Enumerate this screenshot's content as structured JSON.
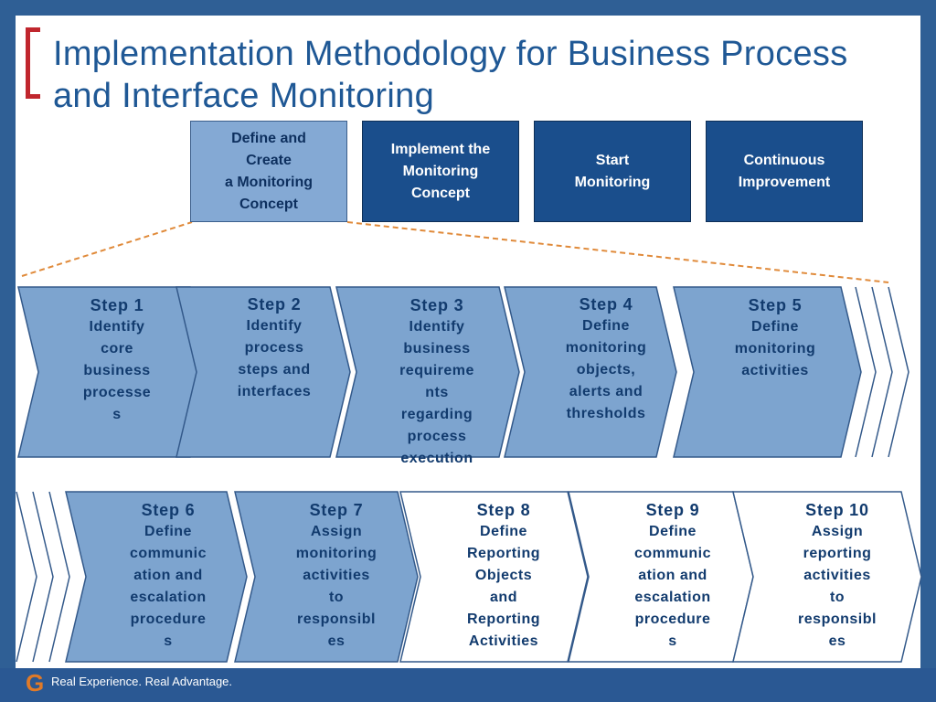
{
  "title": {
    "line1": "Implementation Methodology for Business Process",
    "line2": "and Interface Monitoring"
  },
  "phases": [
    {
      "label": "Define and\nCreate\na Monitoring\nConcept",
      "active": true
    },
    {
      "label": "Implement the\nMonitoring\nConcept",
      "active": false
    },
    {
      "label": "Start\nMonitoring",
      "active": false
    },
    {
      "label": "Continuous\nImprovement",
      "active": false
    }
  ],
  "steps": [
    {
      "step": "Step 1",
      "text": "Identify\ncore\nbusiness\nprocesse\ns"
    },
    {
      "step": "Step 2",
      "text": "Identify\nprocess\nsteps and\ninterfaces"
    },
    {
      "step": "Step 3",
      "text": "Identify\nbusiness\nrequireme\nnts\nregarding\nprocess\nexecution"
    },
    {
      "step": "Step 4",
      "text": "Define\nmonitoring\nobjects,\nalerts and\nthresholds"
    },
    {
      "step": "Step 5",
      "text": "Define\nmonitoring\nactivities"
    },
    {
      "step": "Step 6",
      "text": "Define\ncommunic\nation and\nescalation\nprocedure\ns"
    },
    {
      "step": "Step 7",
      "text": "Assign\nmonitoring\nactivities\nto\nresponsibl\nes"
    },
    {
      "step": "Step 8",
      "text": "Define\nReporting\nObjects\nand\nReporting\nActivities"
    },
    {
      "step": "Step 9",
      "text": "Define\ncommunic\nation and\nescalation\nprocedure\ns"
    },
    {
      "step": "Step 10",
      "text": "Assign\nreporting\nactivities\nto\nresponsibl\nes"
    }
  ],
  "footer": {
    "logo_letter": "G",
    "tagline": "Real Experience. Real Advantage."
  },
  "colors": {
    "background": "#2f5f95",
    "phase_fill": "#1a4e8c",
    "phase_active_fill": "#84a9d4",
    "chevron_fill": "#7da4cf",
    "chevron_stroke": "#33598a",
    "text_dark_blue": "#123b6e",
    "title_blue": "#1f5895",
    "bracket_red": "#c0262d",
    "dashed_orange": "#e08a3a"
  }
}
